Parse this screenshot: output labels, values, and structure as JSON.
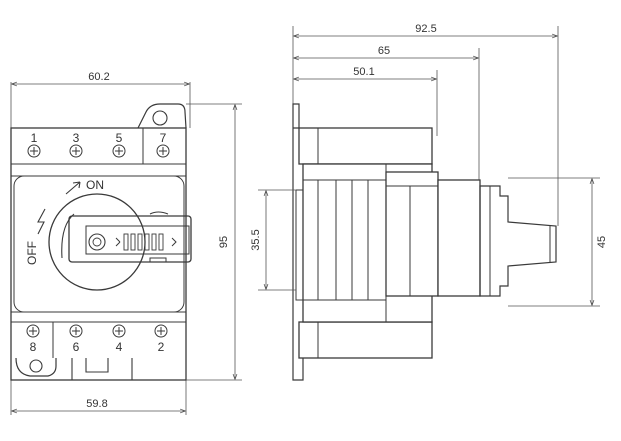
{
  "front_view": {
    "dim_top_width": "60.2",
    "dim_bottom_width": "59.8",
    "dim_height": "95",
    "top_terminals": [
      "1",
      "3",
      "5",
      "7"
    ],
    "bottom_terminals": [
      "8",
      "6",
      "4",
      "2"
    ],
    "on_label": "ON",
    "off_label": "OFF"
  },
  "side_view": {
    "dim_overall_depth": "92.5",
    "dim_depth_mid": "65",
    "dim_depth_body": "50.1",
    "dim_rail_height": "35.5",
    "dim_knob_height": "45"
  },
  "colors": {
    "line": "#3a3a3a",
    "background": "#ffffff"
  }
}
